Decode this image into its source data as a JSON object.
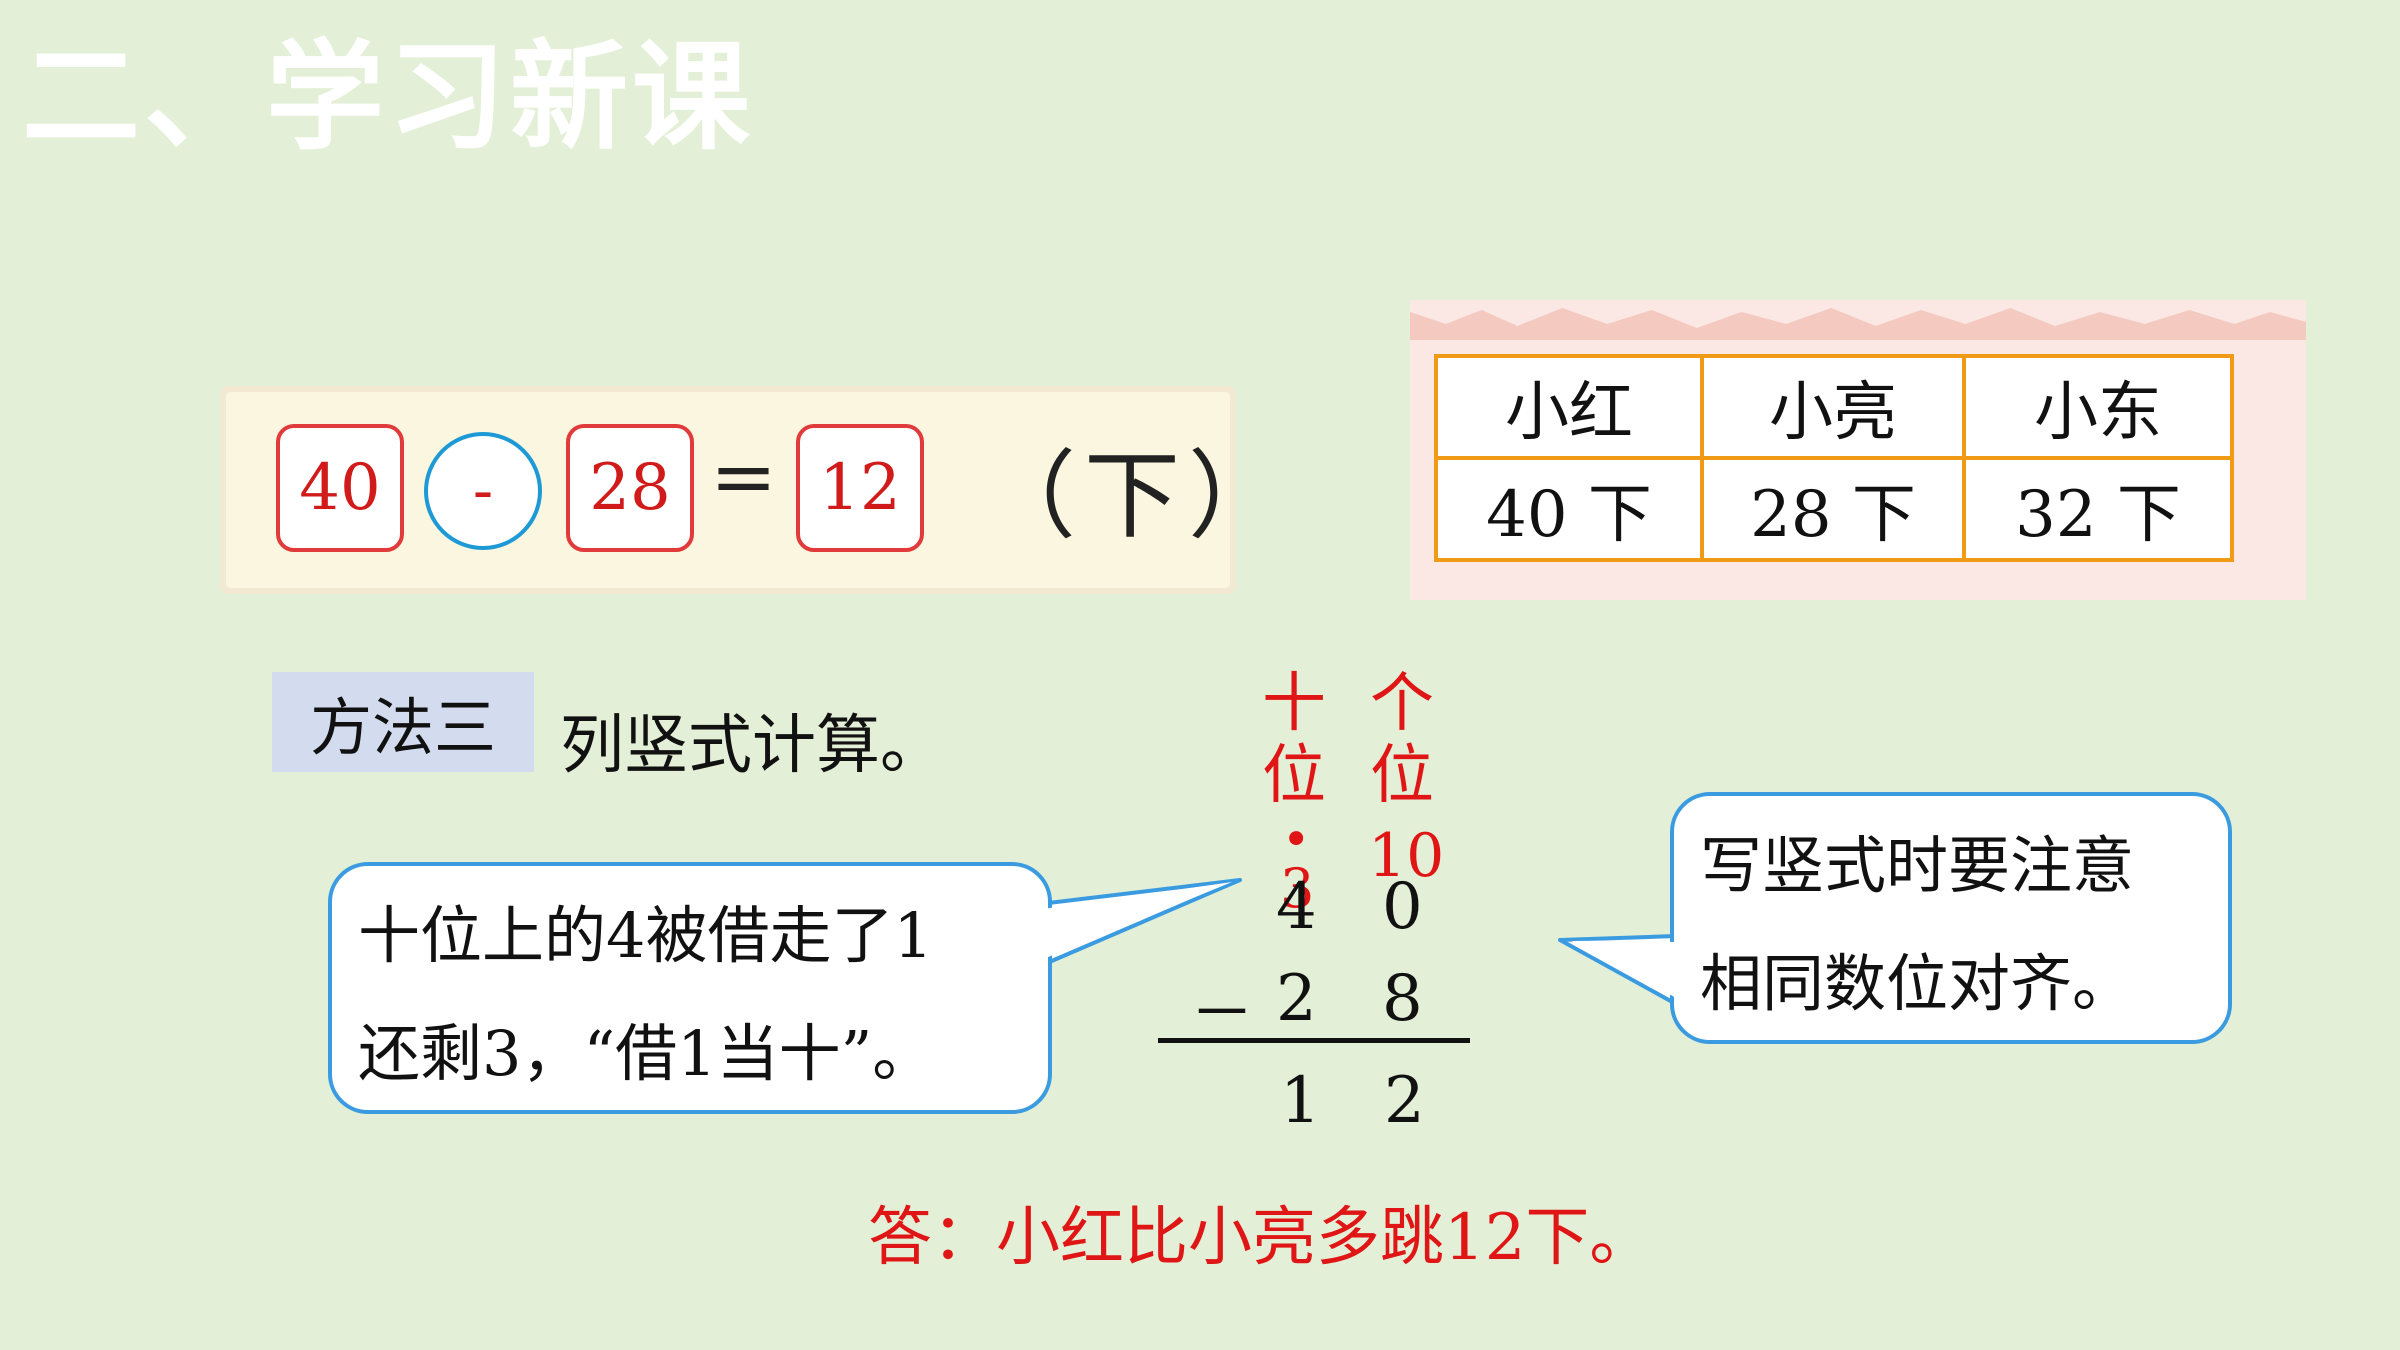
{
  "title": "二、学习新课",
  "equation": {
    "a": "40",
    "op": "-",
    "b": "28",
    "eq": "=",
    "result": "12",
    "unit": "（下）"
  },
  "table": {
    "headers": [
      "小红",
      "小亮",
      "小东"
    ],
    "values": [
      "40 下",
      "28 下",
      "32 下"
    ]
  },
  "method": {
    "tag": "方法三",
    "desc": "列竖式计算。"
  },
  "vertical": {
    "tens_label": [
      "十",
      "位"
    ],
    "ones_label": [
      "个",
      "位"
    ],
    "borrow_dot": "•",
    "tens_new": "3",
    "ones_new": "10",
    "row1": [
      "4",
      "0"
    ],
    "minus": "－",
    "row2": [
      "2",
      "8"
    ],
    "row3": [
      "1",
      "2"
    ]
  },
  "bubble_left": {
    "line1": "十位上的4被借走了1",
    "line2": "还剩3，“借1当十”。"
  },
  "bubble_right": {
    "line1": "写竖式时要注意",
    "line2": "相同数位对齐。"
  },
  "answer": "答：小红比小亮多跳12下。",
  "colors": {
    "background": "#e3efd6",
    "accent_red": "#e01515",
    "bubble_border": "#3a9be0",
    "table_border": "#f09a16"
  }
}
